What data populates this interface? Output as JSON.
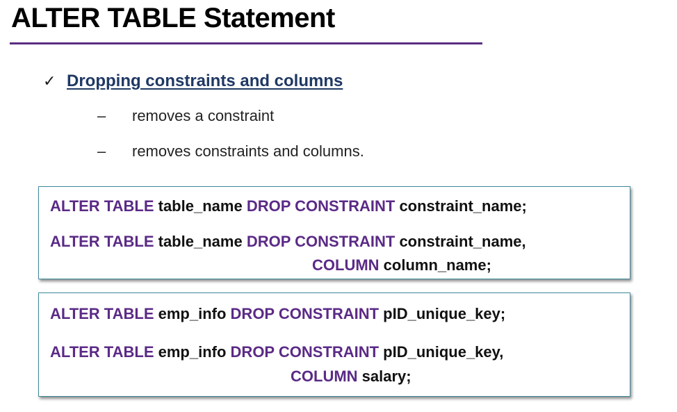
{
  "slide": {
    "title": "ALTER TABLE Statement",
    "bullet": "Dropping constraints and columns",
    "check_glyph": "✓",
    "dash_glyph": "–",
    "sub_items": [
      "removes a constraint",
      "removes constraints and columns."
    ]
  },
  "box1": {
    "line1": {
      "kw1": "ALTER TABLE",
      "id1": "table_name",
      "kw2": "DROP CONSTRAINT",
      "id2": "constraint_name;"
    },
    "line2": {
      "kw1": "ALTER TABLE",
      "id1": "table_name",
      "kw2": "DROP CONSTRAINT",
      "id2": "constraint_name,"
    },
    "line3": {
      "kw": "COLUMN",
      "id": "column_name;"
    }
  },
  "box2": {
    "line1": {
      "kw1": "ALTER TABLE",
      "id1": "emp_info",
      "kw2": "DROP CONSTRAINT",
      "id2": "pID_unique_key;"
    },
    "line2": {
      "kw1": "ALTER TABLE",
      "id1": "emp_info",
      "kw2": "DROP CONSTRAINT",
      "id2": "pID_unique_key,"
    },
    "line3": {
      "kw": "COLUMN",
      "id": "salary;"
    }
  },
  "colors": {
    "keyword": "#5b2a86",
    "heading_link": "#1f3864",
    "title_rule": "#5a2d82",
    "box_border": "#3f8a9c"
  }
}
